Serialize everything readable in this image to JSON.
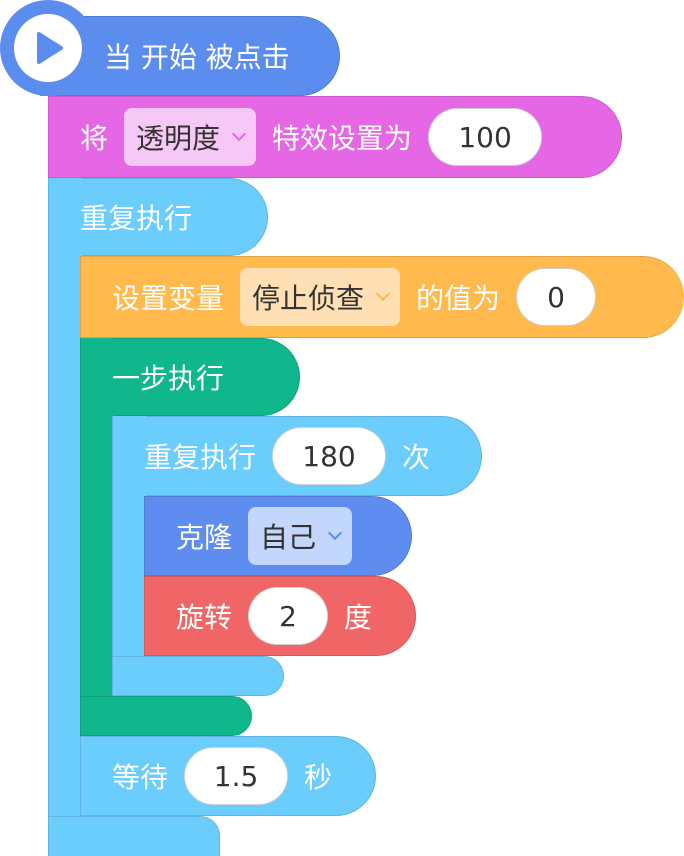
{
  "colors": {
    "events": "#5b8def",
    "looks": "#e667e5",
    "control": "#6bcdfb",
    "data": "#ffb94c",
    "turbo": "#10b68c",
    "motion": "#5e8def",
    "pen": "#f06565"
  },
  "script": {
    "hat": {
      "label": "当 开始 被点击",
      "icon": "play-icon"
    },
    "set_effect": {
      "prefix": "将",
      "effect": "透明度",
      "middle": "特效设置为",
      "value": "100"
    },
    "forever": {
      "label": "重复执行"
    },
    "set_variable": {
      "prefix": "设置变量",
      "variable": "停止侦查",
      "middle": "的值为",
      "value": "0"
    },
    "run_once": {
      "label": "一步执行"
    },
    "repeat": {
      "prefix": "重复执行",
      "times": "180",
      "suffix": "次"
    },
    "clone": {
      "prefix": "克隆",
      "target": "自己"
    },
    "rotate": {
      "prefix": "旋转",
      "value": "2",
      "suffix": "度"
    },
    "wait": {
      "prefix": "等待",
      "value": "1.5",
      "suffix": "秒"
    }
  }
}
